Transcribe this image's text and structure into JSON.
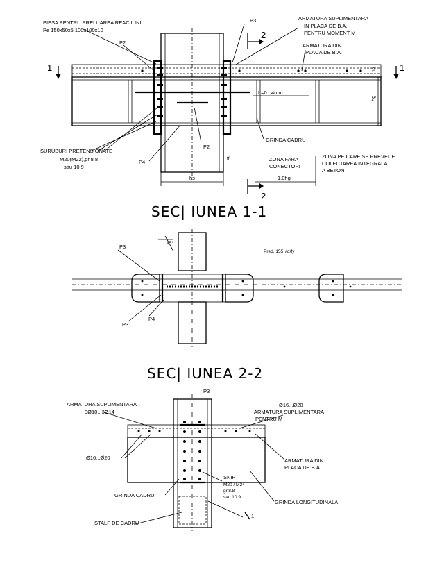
{
  "sections": {
    "s11_title": "SEC| IUNEA  1-1",
    "s22_title": "SEC| IUNEA  2-2"
  },
  "top": {
    "piesa_1": "PIESA PENTRU PRELUAREA REAC|IUNII",
    "piesa_2": "Pe    150x50x5     100x100x10",
    "p2": "P2",
    "p3": "P3",
    "arm_sup_1": "ARMATURA SUPLIMENTARA",
    "arm_sup_2": "IN PLACA DE B.A.",
    "arm_sup_3": "PENTRU MOMENT M",
    "arm_din_1": "ARMATURA DIN",
    "arm_din_2": "PLACA DE B.A.",
    "cut1_left": "1",
    "cut1_right": "1",
    "cut2_top": "2",
    "cut2_bottom": "2",
    "l_dim": "L=0...4mm",
    "hg": "hg",
    "hp": "hp",
    "grinda_cadru": "GRINDA CADRU",
    "sur_1": "SURUBURI PRETENSIONATE",
    "sur_2": "M20(M22),gr.8.8",
    "sur_3": "sau 10.9",
    "p4": "P4",
    "p2b": "P2",
    "zona_fara_1": "ZONA FARA",
    "zona_fara_2": "CONECTORI",
    "zona_pe_1": "ZONA PE CARE SE PREVEDE",
    "zona_pe_2": "COLECTAREA INTEGRALA",
    "zona_pe_3": "A BETON",
    "dim_hs": "hs",
    "dim_hg": "1,0hg",
    "tf": "tf"
  },
  "middle": {
    "p3": "P3",
    "p3b": "P3",
    "p4": "P4",
    "pred": "Pred.  155 √σ/fy",
    "angle": "45°"
  },
  "bottom": {
    "p3": "P3",
    "arm_sup_1": "ARMATURA SUPLIMENTARA",
    "arm_sup_2": "3Ø10...3Ø14",
    "bars_right_1": "Ø16...Ø20",
    "bars_right_2": "ARMATURA SUPLIMENTARA",
    "bars_right_3": "PENTRU M",
    "phi_left": "Ø16...Ø20",
    "arm_din_1": "ARMATURA DIN",
    "arm_din_2": "PLACA DE B.A.",
    "snip_1": "SNIP",
    "snip_2": "M20 / M24",
    "snip_3": "gr.8.8",
    "snip_4": "sau 10.9",
    "grinda_cadru": "GRINDA CADRU",
    "grinda_long": "GRINDA LONGITUDINALA",
    "stalp": "STALP DE CADRU",
    "cut_mark": "1"
  }
}
